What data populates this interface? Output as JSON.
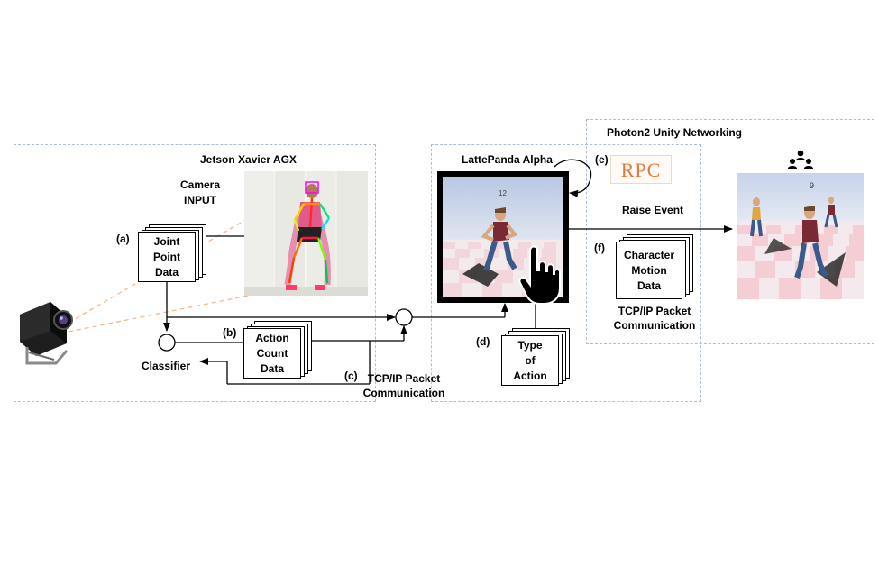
{
  "regions": {
    "jetson": "Jetson Xavier AGX",
    "lattepanda": "LattePanda Alpha",
    "photon": "Photon2 Unity Networking"
  },
  "labels": {
    "camera_input": [
      "Camera",
      "INPUT"
    ],
    "classifier": "Classifier",
    "raise_event": "Raise Event",
    "tcp_c": [
      "TCP/IP Packet",
      "Communication"
    ],
    "tcp_f": [
      "TCP/IP Packet",
      "Communication"
    ]
  },
  "markers": {
    "a": "(a)",
    "b": "(b)",
    "c": "(c)",
    "d": "(d)",
    "e": "(e)",
    "f": "(f)"
  },
  "boxes": {
    "joint_point": [
      "Joint",
      "Point",
      "Data"
    ],
    "action_count": [
      "Action",
      "Count",
      "Data"
    ],
    "type_of_action": [
      "Type",
      "of",
      "Action"
    ],
    "character_motion": [
      "Character",
      "Motion",
      "Data"
    ]
  },
  "logo_text": "RPC",
  "screens": {
    "lattepanda_counter": "12",
    "photon_counter": "9"
  },
  "colors": {
    "region_border": "#a9bddc",
    "camera_ray": "#f4b183",
    "logo": "#e07b39",
    "checker_pink": "#f4c7d0"
  },
  "icons": [
    "camera-icon",
    "pose-skeleton-icon",
    "hand-pointer-icon",
    "refresh-loop-icon",
    "users-group-icon"
  ]
}
